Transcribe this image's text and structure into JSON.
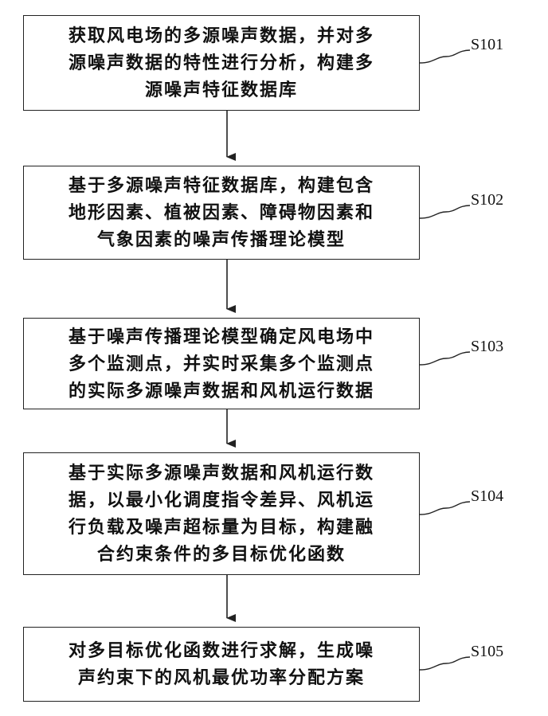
{
  "flowchart": {
    "steps": [
      {
        "label": "S101",
        "text": "获取风电场的多源噪声数据，并对多\n源噪声数据的特性进行分析，构建多\n源噪声特征数据库"
      },
      {
        "label": "S102",
        "text": "基于多源噪声特征数据库，构建包含\n地形因素、植被因素、障碍物因素和\n气象因素的噪声传播理论模型"
      },
      {
        "label": "S103",
        "text": "基于噪声传播理论模型确定风电场中\n多个监测点，并实时采集多个监测点\n的实际多源噪声数据和风机运行数据"
      },
      {
        "label": "S104",
        "text": "基于实际多源噪声数据和风机运行数\n据，以最小化调度指令差异、风机运\n行负载及噪声超标量为目标，构建融\n合约束条件的多目标优化函数"
      },
      {
        "label": "S105",
        "text": "对多目标优化函数进行求解，生成噪\n声约束下的风机最优功率分配方案"
      }
    ]
  }
}
